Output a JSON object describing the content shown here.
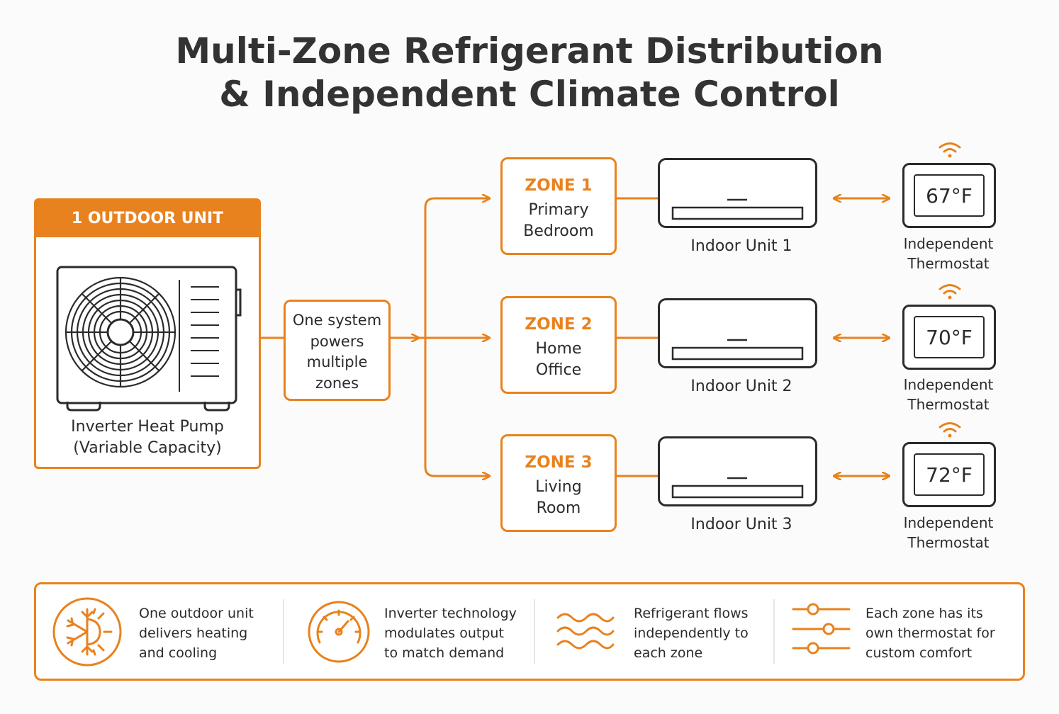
{
  "title": {
    "line1": "Multi-Zone Refrigerant Distribution",
    "line2": "& Independent Climate Control"
  },
  "colors": {
    "accent": "#E8821E",
    "text": "#2b2b2b",
    "title": "#333333",
    "background": "#fbfbfb"
  },
  "outdoor_unit": {
    "header": "1 OUTDOOR UNIT",
    "caption_line1": "Inverter Heat Pump",
    "caption_line2": "(Variable Capacity)",
    "icon": "outdoor-condenser-fan-icon"
  },
  "system_box": {
    "line1": "One system",
    "line2": "powers",
    "line3": "multiple",
    "line4": "zones"
  },
  "zones": [
    {
      "title": "ZONE 1",
      "name_line1": "Primary",
      "name_line2": "Bedroom",
      "unit_label": "Indoor Unit 1",
      "temperature": "67°F",
      "thermostat_line1": "Independent",
      "thermostat_line2": "Thermostat"
    },
    {
      "title": "ZONE 2",
      "name_line1": "Home",
      "name_line2": "Office",
      "unit_label": "Indoor Unit 2",
      "temperature": "70°F",
      "thermostat_line1": "Independent",
      "thermostat_line2": "Thermostat"
    },
    {
      "title": "ZONE 3",
      "name_line1": "Living",
      "name_line2": "Room",
      "unit_label": "Indoor Unit 3",
      "temperature": "72°F",
      "thermostat_line1": "Independent",
      "thermostat_line2": "Thermostat"
    }
  ],
  "features": [
    {
      "icon": "snowflake-sun-icon",
      "line1": "One outdoor unit",
      "line2": "delivers heating",
      "line3": "and cooling"
    },
    {
      "icon": "gauge-icon",
      "line1": "Inverter technology",
      "line2": "modulates output",
      "line3": "to match demand"
    },
    {
      "icon": "wavy-lines-icon",
      "line1": "Refrigerant flows",
      "line2": "independently to",
      "line3": "each zone"
    },
    {
      "icon": "sliders-icon",
      "line1": "Each zone has its",
      "line2": "own thermostat for",
      "line3": "custom comfort"
    }
  ]
}
